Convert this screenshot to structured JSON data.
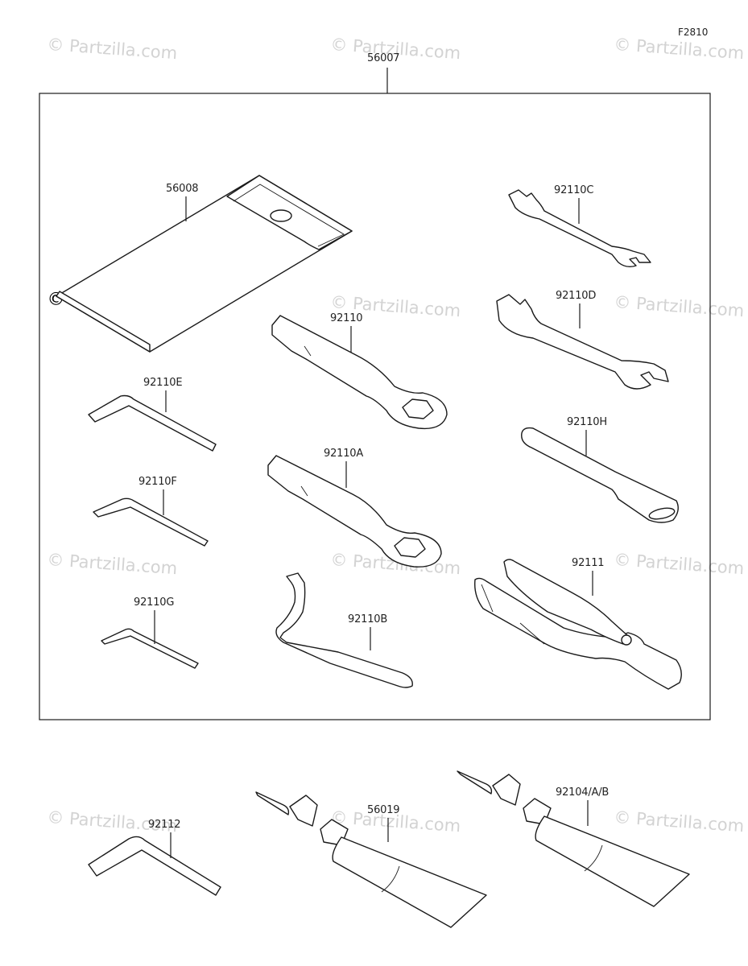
{
  "diagram": {
    "ref_code": "F2810",
    "kit_label": "56007",
    "parts": [
      {
        "id": "56008",
        "label": "56008"
      },
      {
        "id": "92110",
        "label": "92110"
      },
      {
        "id": "92110A",
        "label": "92110A"
      },
      {
        "id": "92110B",
        "label": "92110B"
      },
      {
        "id": "92110C",
        "label": "92110C"
      },
      {
        "id": "92110D",
        "label": "92110D"
      },
      {
        "id": "92110E",
        "label": "92110E"
      },
      {
        "id": "92110F",
        "label": "92110F"
      },
      {
        "id": "92110G",
        "label": "92110G"
      },
      {
        "id": "92110H",
        "label": "92110H"
      },
      {
        "id": "92111",
        "label": "92111"
      },
      {
        "id": "92112",
        "label": "92112"
      },
      {
        "id": "56019",
        "label": "56019"
      },
      {
        "id": "92104AB",
        "label": "92104/A/B"
      }
    ]
  },
  "watermark": {
    "text": "© Partzilla.com"
  }
}
